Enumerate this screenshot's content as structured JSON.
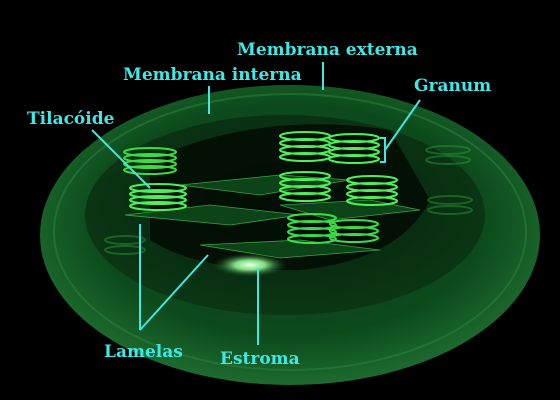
{
  "diagram": {
    "subject": "chloroplast",
    "label_color": "#3ee8e6",
    "labels": {
      "outer_membrane": "Membrana externa",
      "inner_membrane": "Membrana interna",
      "granum": "Granum",
      "thylakoid": "Tilacóide",
      "lamellae": "Lamelas",
      "stroma": "Estroma"
    }
  }
}
